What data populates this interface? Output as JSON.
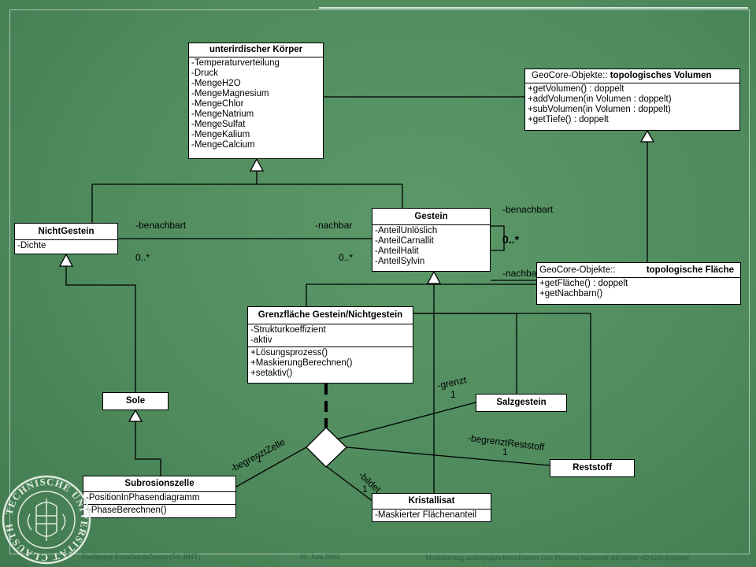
{
  "classes": {
    "koerper": {
      "name": "unterirdischer Körper",
      "attributes": [
        "-Temperaturverteilung",
        "-Druck",
        "-MengeH2O",
        "-MengeMagnesium",
        "-MengeChlor",
        "-MengeNatrium",
        "-MengeSulfat",
        "-MengeKalium",
        "-MengeCalcium"
      ]
    },
    "volumen": {
      "prefix": "GeoCore-Objekte:: ",
      "name": "topologisches Volumen",
      "methods": [
        "+getVolumen() : doppelt",
        "+addVolumen(in Volumen : doppelt)",
        "+subVolumen(in Volumen : doppelt)",
        "+getTiefe() : doppelt"
      ]
    },
    "nichtgestein": {
      "name": "NichtGestein",
      "attributes": [
        "-Dichte"
      ]
    },
    "gestein": {
      "name": "Gestein",
      "attributes": [
        "-AnteilUnlöslich",
        "-AnteilCarnallit",
        "-AnteilHalit",
        "-AnteilSylvin"
      ]
    },
    "flaeche": {
      "prefix": "GeoCore-Objekte::",
      "name": "topologische Fläche",
      "methods": [
        "+getFläche() : doppelt",
        "+getNachbarn()"
      ]
    },
    "grenzflaeche": {
      "name": "Grenzfläche Gestein/Nichtgestein",
      "attributes": [
        "-Strukturkoeffizient",
        "-aktiv"
      ],
      "methods": [
        "+Lösungsprozess()",
        "+MaskierungBerechnen()",
        "+setaktiv()"
      ]
    },
    "sole": {
      "name": "Sole"
    },
    "salzgestein": {
      "name": "Salzgestein"
    },
    "reststoff": {
      "name": "Reststoff"
    },
    "subrosionszelle": {
      "name": "Subrosionszelle",
      "attributes": [
        "-PositionInPhasendiagramm"
      ],
      "methods": [
        "+PhaseBerechnen()"
      ]
    },
    "kristallisat": {
      "name": "Kristallisat",
      "attributes": [
        "-Maskierter Flächenanteil"
      ]
    }
  },
  "labels": {
    "benachbart_left": "-benachbart",
    "nachbar_mid": "-nachbar",
    "mult_left": "0..*",
    "mult_mid": "0..*",
    "benachbart_right": "-benachbart",
    "mult_self": "0..*",
    "nachbar_right": "-nachba",
    "grenzt": "-grenzt",
    "grenzt_mult": "1",
    "begrenztZelle": "-begrenztZelle",
    "begrenztZelle_mult": "1",
    "begrenztReststoff": "-begrenztReststoff",
    "begrenztReststoff_mult": "1",
    "bildet": "-bildet",
    "bildet_mult": "1"
  },
  "footer": {
    "left": "Freiberger Forschungsforum (54. BHT)",
    "date": "19. Juni 2003",
    "right": "Modellierung anthropogen beeinflusster Geo-Prozesse basierend auf einem 4D-GIS-Konzept"
  },
  "seal": {
    "text": "TECHNISCHE UNIVERSITÄT CLAUSTHAL"
  },
  "colors": {
    "background": "#4f8b5d",
    "box": "#ffffff",
    "line": "#000000"
  }
}
